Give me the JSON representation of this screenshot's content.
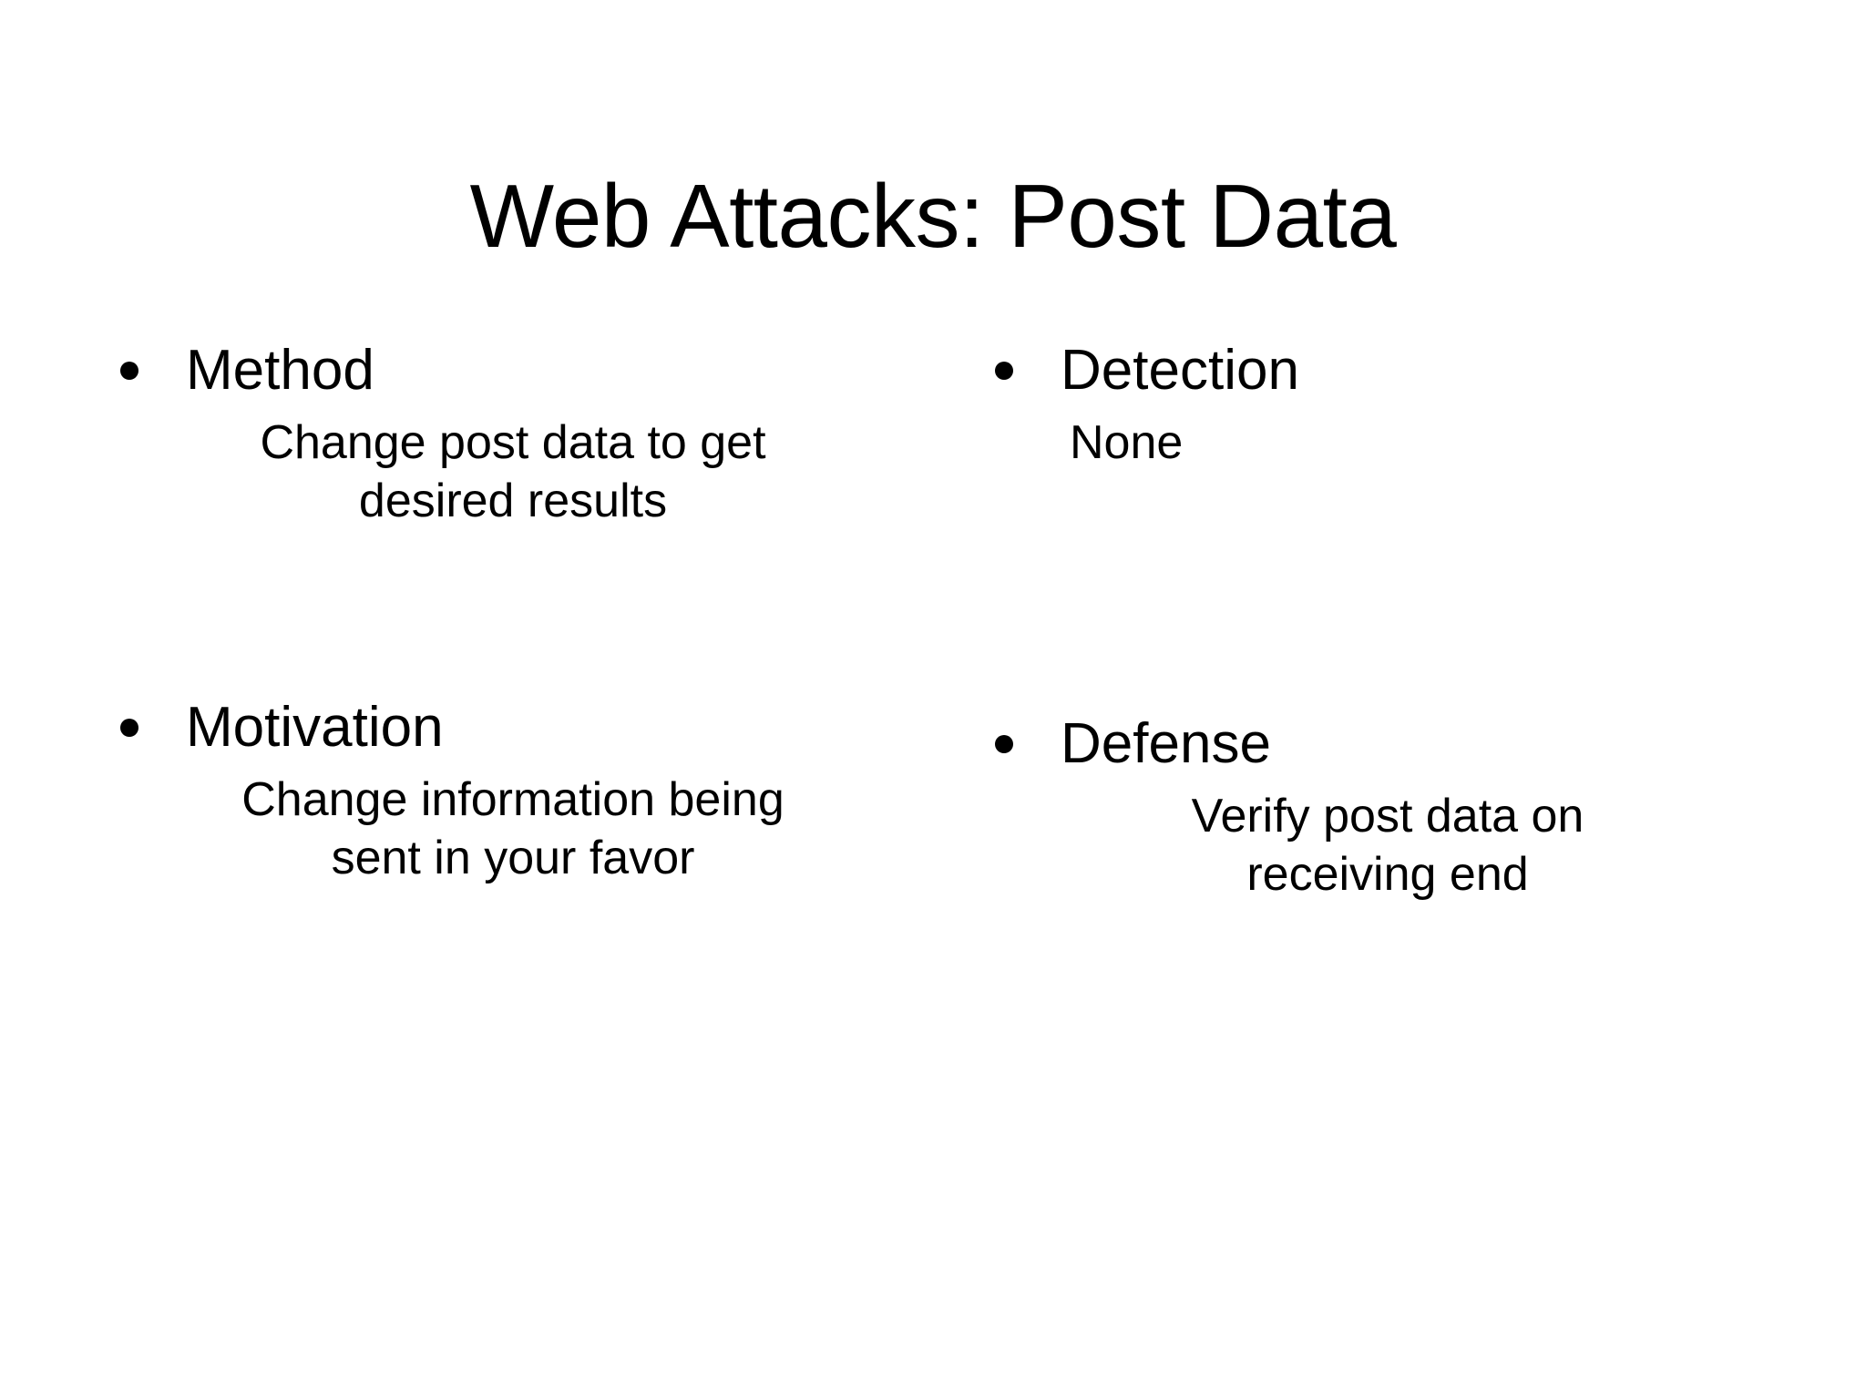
{
  "slide": {
    "title": "Web Attacks: Post Data",
    "background_color": "#ffffff",
    "text_color": "#000000",
    "bullet_glyph": "bullet-point",
    "columns": {
      "left": {
        "topics": [
          {
            "heading": "Method",
            "detail": "Change post data to get desired results"
          },
          {
            "heading": "Motivation",
            "detail": "Change information being sent in your favor"
          }
        ]
      },
      "right": {
        "topics": [
          {
            "heading": "Detection",
            "detail": "None"
          },
          {
            "heading": "Defense",
            "detail": "Verify post data on receiving end"
          }
        ]
      }
    }
  }
}
